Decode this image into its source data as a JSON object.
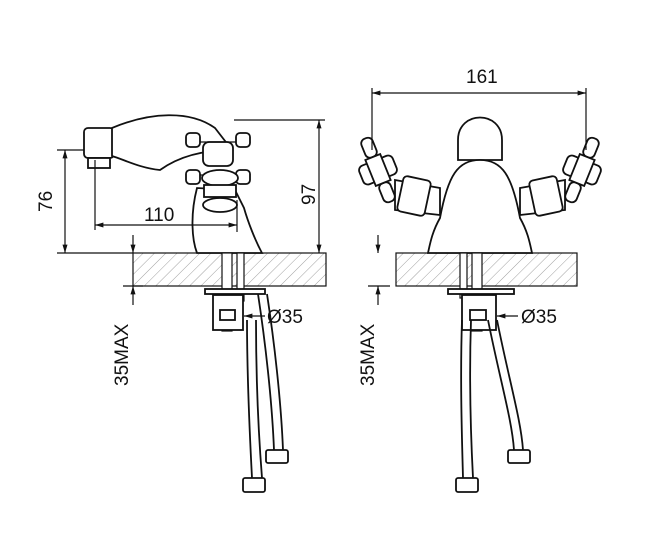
{
  "colors": {
    "line": "#111111",
    "hatch": "#888888",
    "surface": "#f2f2f2"
  },
  "side_view": {
    "height_spout": "76",
    "reach": "110",
    "height_total": "97",
    "hole_diameter": "Ø35",
    "deck_thickness": "35MAX"
  },
  "front_view": {
    "width": "161",
    "hole_diameter": "Ø35",
    "deck_thickness": "35MAX"
  }
}
